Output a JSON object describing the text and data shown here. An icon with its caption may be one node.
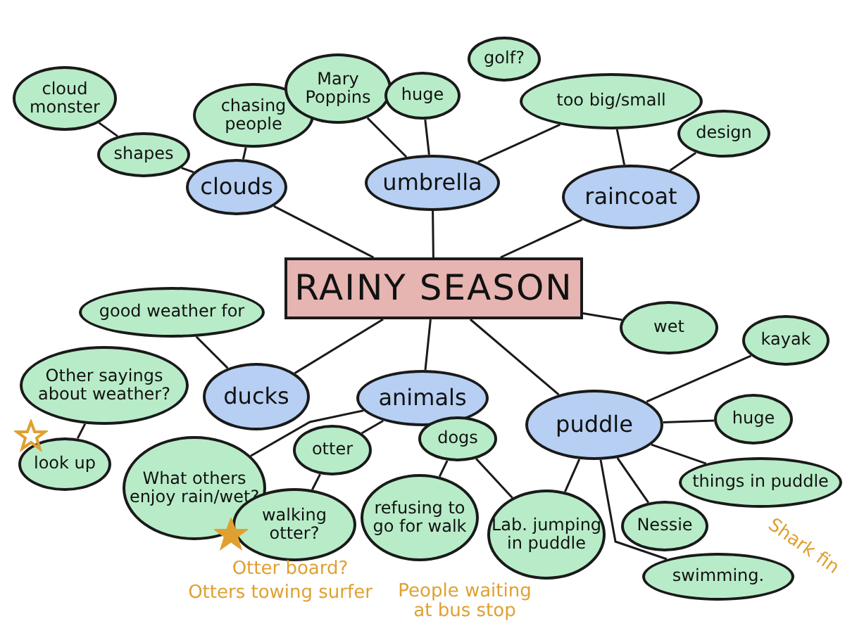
{
  "diagram": {
    "nodes": [
      {
        "text": [
          "RAINY SEASON"
        ]
      },
      {
        "text": [
          "clouds"
        ]
      },
      {
        "text": [
          "chasing people"
        ]
      },
      {
        "text": [
          "shapes"
        ]
      },
      {
        "text": [
          "cloud monster"
        ]
      },
      {
        "text": [
          "umbrella"
        ]
      },
      {
        "text": [
          "Mary Poppins"
        ]
      },
      {
        "text": [
          "huge"
        ]
      },
      {
        "text": [
          "golf?"
        ]
      },
      {
        "text": [
          "raincoat"
        ]
      },
      {
        "text": [
          "too big/small"
        ]
      },
      {
        "text": [
          "design"
        ]
      },
      {
        "text": [
          "ducks"
        ]
      },
      {
        "text": [
          "good weather for"
        ]
      },
      {
        "text": [
          "Other sayings about weather?"
        ]
      },
      {
        "text": [
          "look up"
        ]
      },
      {
        "text": [
          "animals"
        ]
      },
      {
        "text": [
          "What others enjoy rain/wet?"
        ]
      },
      {
        "text": [
          "otter"
        ]
      },
      {
        "text": [
          "walking otter?"
        ]
      },
      {
        "text": [
          "dogs"
        ]
      },
      {
        "text": [
          "refusing to go for walk"
        ]
      },
      {
        "text": [
          "Lab. jumping in puddle"
        ]
      },
      {
        "text": [
          "wet"
        ]
      },
      {
        "text": [
          "kayak"
        ]
      },
      {
        "text": [
          "puddle"
        ]
      },
      {
        "text": [
          "huge"
        ]
      },
      {
        "text": [
          "things in puddle"
        ]
      },
      {
        "text": [
          "Nessie"
        ]
      },
      {
        "text": [
          "swimming."
        ]
      }
    ],
    "edges": [
      {
        "from": 0,
        "to": 1,
        "arrow": "none"
      },
      {
        "from": 0,
        "to": 5,
        "arrow": "none"
      },
      {
        "from": 0,
        "to": 9,
        "arrow": "none"
      },
      {
        "from": 0,
        "to": 12,
        "arrow": "none"
      },
      {
        "from": 0,
        "to": 16,
        "arrow": "none"
      },
      {
        "from": 0,
        "to": 25,
        "arrow": "none"
      },
      {
        "from": 0,
        "to": 23,
        "arrow": "none"
      },
      {
        "from": 1,
        "to": 2,
        "arrow": "none"
      },
      {
        "from": 1,
        "to": 3,
        "arrow": "none"
      },
      {
        "from": 3,
        "to": 4,
        "arrow": "none"
      },
      {
        "from": 5,
        "to": 6,
        "arrow": "none"
      },
      {
        "from": 5,
        "to": 7,
        "arrow": "none"
      },
      {
        "from": 5,
        "to": 10,
        "arrow": "none"
      },
      {
        "from": 9,
        "to": 10,
        "arrow": "none"
      },
      {
        "from": 9,
        "to": 11,
        "arrow": "none"
      },
      {
        "from": 12,
        "to": 13,
        "arrow": "none"
      },
      {
        "from": 14,
        "to": 15,
        "arrow": "none"
      },
      {
        "from": 16,
        "to": 17,
        "arrow": "none"
      },
      {
        "from": 16,
        "to": 18,
        "arrow": "none"
      },
      {
        "from": 18,
        "to": 19,
        "arrow": "none"
      },
      {
        "from": 20,
        "to": 21,
        "arrow": "none"
      },
      {
        "from": 20,
        "to": 22,
        "arrow": "none"
      },
      {
        "from": 25,
        "to": 22,
        "arrow": "none"
      },
      {
        "from": 25,
        "to": 29,
        "arrow": "none"
      },
      {
        "from": 25,
        "to": 28,
        "arrow": "none"
      },
      {
        "from": 25,
        "to": 27,
        "arrow": "none"
      },
      {
        "from": 25,
        "to": 26,
        "arrow": "none"
      },
      {
        "from": 25,
        "to": 24,
        "arrow": "none"
      }
    ],
    "labels": [
      "Otter board?",
      "Otters towing surfer",
      "People waiting at bus stop",
      "Shark fin"
    ]
  }
}
